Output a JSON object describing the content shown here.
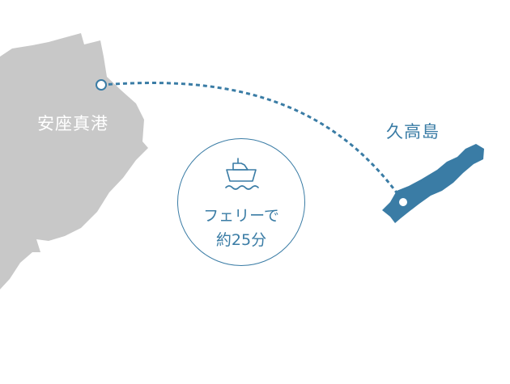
{
  "map": {
    "origin_port": "安座真港",
    "destination": "久高島",
    "route": {
      "mode_icon": "ship-icon",
      "line1": "フェリーで",
      "line2": "約25分"
    },
    "colors": {
      "land": "#c8c8c8",
      "island": "#3a7ca5",
      "route": "#3a7ca5"
    }
  }
}
